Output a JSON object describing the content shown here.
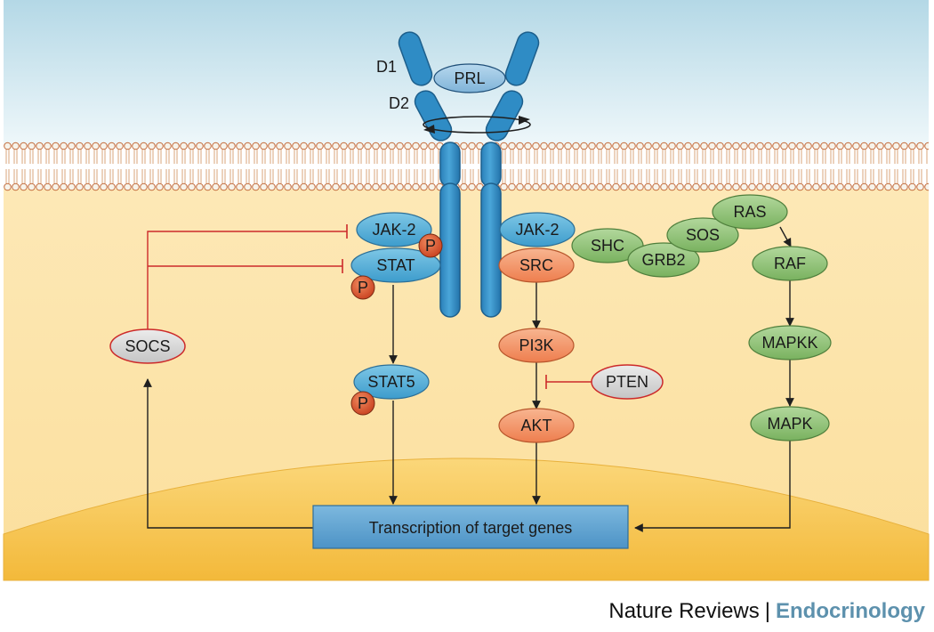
{
  "colors": {
    "extracellular": "#cfe6ef",
    "cytoplasm": "#fbe3a9",
    "nucleus": "#f6c54a",
    "receptor": "#2f8cc5",
    "jak_stat": "#5ab2d8",
    "src_pathway": "#f2956b",
    "mapk_pathway": "#8fc27a",
    "inhibitor": "#d83a3a",
    "phospho": "#d9532b",
    "transcription_box": "#5c9fcd"
  },
  "labels": {
    "d1": "D1",
    "d2": "D2",
    "prl": "PRL",
    "jak2_left": "JAK-2",
    "stat": "STAT",
    "p_jak": "P",
    "p_stat": "P",
    "stat5": "STAT5",
    "p_stat5": "P",
    "socs": "SOCS",
    "jak2_right": "JAK-2",
    "src": "SRC",
    "pi3k": "PI3K",
    "pten": "PTEN",
    "akt": "AKT",
    "shc": "SHC",
    "grb2": "GRB2",
    "sos": "SOS",
    "ras": "RAS",
    "raf": "RAF",
    "mapkk": "MAPKK",
    "mapk": "MAPK",
    "transcription": "Transcription of target genes"
  },
  "footer": {
    "brand": "Nature Reviews",
    "separator": "|",
    "journal": "Endocrinology"
  }
}
